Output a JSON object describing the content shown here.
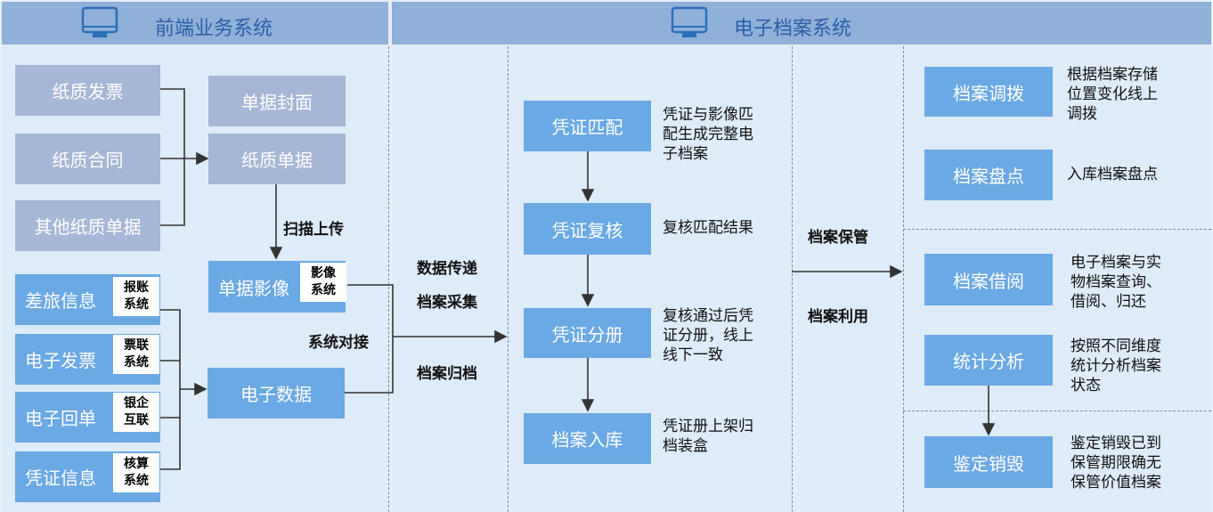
{
  "headers": {
    "left_title": "前端业务系统",
    "right_title": "电子档案系统"
  },
  "paper_inputs": [
    "纸质发票",
    "纸质合同",
    "其他纸质单据"
  ],
  "paper_docs": {
    "cover": "单据封面",
    "paper": "纸质单据",
    "scan_label": "扫描上传",
    "image": "单据影像",
    "image_tag": "影像\n系统"
  },
  "electronic_inputs": [
    {
      "label": "差旅信息",
      "tag": "报账\n系统"
    },
    {
      "label": "电子发票",
      "tag": "票联\n系统"
    },
    {
      "label": "电子回单",
      "tag": "银企\n互联"
    },
    {
      "label": "凭证信息",
      "tag": "核算\n系统"
    }
  ],
  "electronic_data": "电子数据",
  "system_link_label": "系统对接",
  "transfer_labels": [
    "数据传递",
    "档案采集",
    "档案归档"
  ],
  "process_steps": [
    {
      "label": "凭证匹配",
      "desc": "凭证与影像匹\n配生成完整电\n子档案"
    },
    {
      "label": "凭证复核",
      "desc": "复核匹配结果"
    },
    {
      "label": "凭证分册",
      "desc": "复核通过后凭\n证分册，线上\n线下一致"
    },
    {
      "label": "档案入库",
      "desc": "凭证册上架归\n档装盒"
    }
  ],
  "management_labels": [
    "档案保管",
    "档案利用"
  ],
  "archive_functions": [
    {
      "label": "档案调拨",
      "desc": "根据档案存储\n位置变化线上\n调拨"
    },
    {
      "label": "档案盘点",
      "desc": "入库档案盘点"
    },
    {
      "label": "档案借阅",
      "desc": "电子档案与实\n物档案查询、\n借阅、归还"
    },
    {
      "label": "统计分析",
      "desc": "按照不同维度\n统计分析档案\n状态"
    },
    {
      "label": "鉴定销毁",
      "desc": "鉴定销毁已到\n保管期限确无\n保管价值档案"
    }
  ],
  "colors": {
    "header_bg": "#8fb0d7",
    "header_text": "#2c5fa6",
    "panel_bg": "#deebf8",
    "gray_box": "#a6b6d6",
    "blue_box": "#6aa9e4"
  },
  "icons": [
    "monitor-icon",
    "monitor-icon"
  ]
}
